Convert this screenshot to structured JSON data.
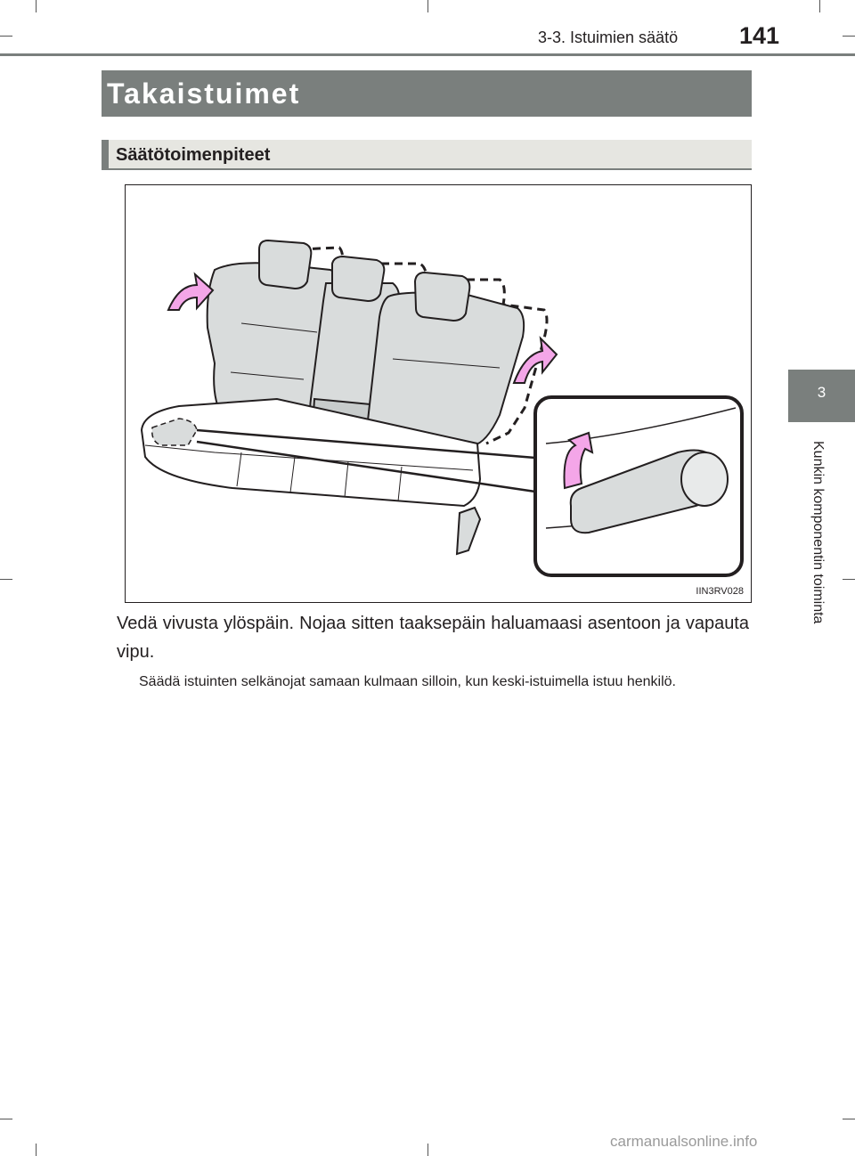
{
  "header": {
    "chapter_title": "3-3. Istuimien säätö",
    "page_number": "141"
  },
  "side_tab": {
    "chapter_number": "3",
    "chapter_name": "Kunkin komponentin toiminta"
  },
  "section": {
    "title": "Takaistuimet",
    "subsection_title": "Säätötoimenpiteet"
  },
  "figure": {
    "code": "IIN3RV028",
    "arrow_color": "#f4a6e8"
  },
  "content": {
    "instruction": "Vedä vivusta ylöspäin. Nojaa sitten taaksepäin haluamaasi asentoon ja vapauta vipu.",
    "note": "Säädä istuinten selkänojat samaan kulmaan silloin, kun keski-istuimella istuu henkilö."
  },
  "watermark": "carmanualsonline.info"
}
